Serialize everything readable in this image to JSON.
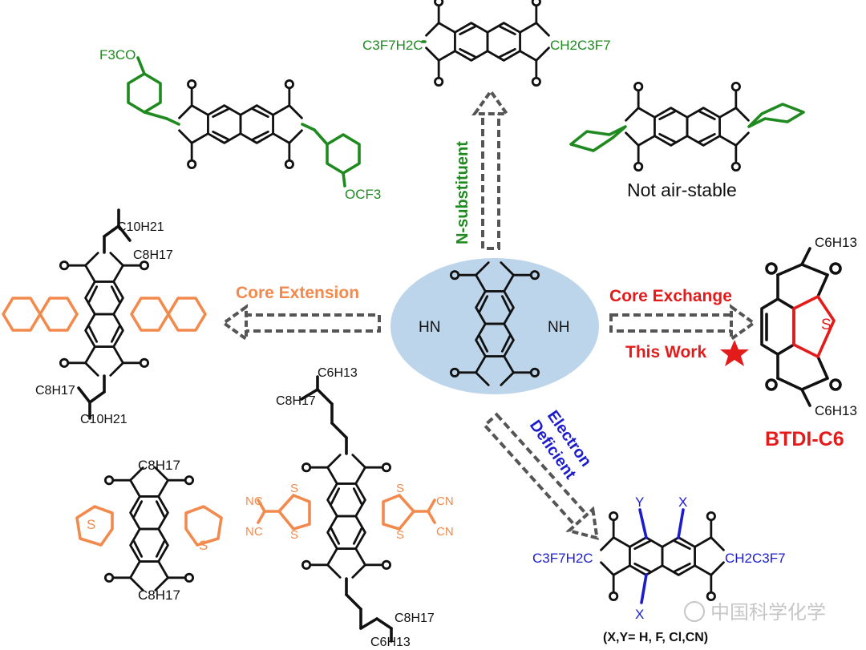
{
  "colors": {
    "black": "#111111",
    "green": "#1f8a1f",
    "orange": "#f28a4d",
    "red": "#e41b1b",
    "blue": "#1c1ccd",
    "center_fill": "#bdd5ea",
    "arrow": "#555555"
  },
  "center": {
    "hn_left": "HN",
    "nh_right": "NH"
  },
  "arrows": {
    "n_substituent": "N-substituent",
    "core_extension": "Core Extension",
    "core_exchange": "Core Exchange",
    "this_work": "This Work",
    "electron_deficient_1": "Electron",
    "electron_deficient_2": "Deficient"
  },
  "molecules": {
    "top_green": {
      "left": "C3F7H2C",
      "right": "CH2C3F7"
    },
    "top_left": {
      "top_sub": "F3CO",
      "bottom_sub": "OCF3"
    },
    "top_right": {
      "caption": "Not air-stable"
    },
    "btdi": {
      "top_sub": "C6H13",
      "bottom_sub": "C6H13",
      "heteroatom": "S",
      "name": "BTDI-C6"
    },
    "core_ext": {
      "top1": "C10H21",
      "top2": "C8H17",
      "bot1": "C8H17",
      "bot2": "C10H21"
    },
    "thiophene": {
      "top_sub": "C8H17",
      "bottom_sub": "C8H17",
      "s_left": "S",
      "s_right": "S"
    },
    "dithiole": {
      "top1": "C6H13",
      "top2": "C8H17",
      "bot1": "C8H17",
      "bot2": "C6H13",
      "cn1": "NC",
      "cn2": "NC",
      "cn3": "CN",
      "cn4": "CN",
      "s1": "S",
      "s2": "S",
      "s3": "S",
      "s4": "S"
    },
    "halo": {
      "left": "C3F7H2C",
      "right": "CH2C3F7",
      "y": "Y",
      "x_top": "X",
      "x_bottom": "X",
      "caption": "(X,Y= H, F, Cl,CN)"
    }
  },
  "watermark": "中国科学化学"
}
